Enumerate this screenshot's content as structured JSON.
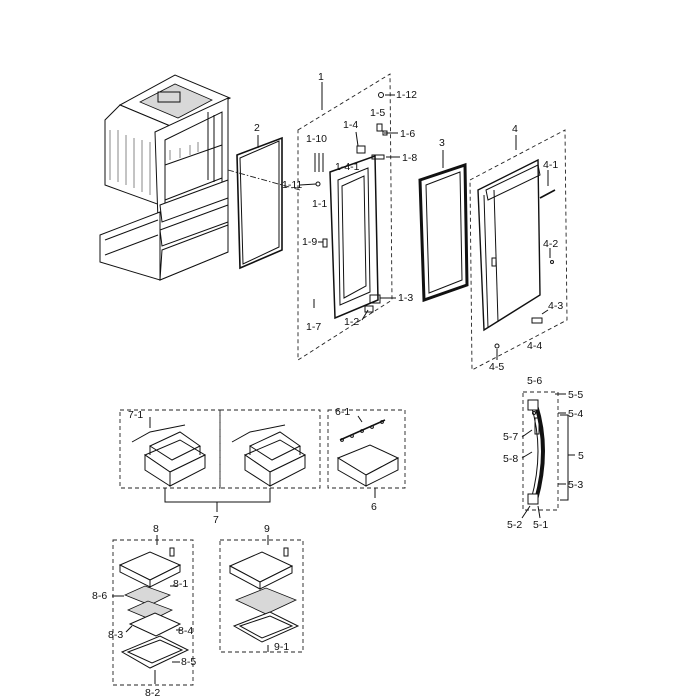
{
  "labels": {
    "p1": "1",
    "p1_12": "1-12",
    "p1_5": "1-5",
    "p1_4": "1-4",
    "p1_6": "1-6",
    "p1_10": "1-10",
    "p1_8": "1-8",
    "p1_4_1": "1-4-1",
    "p1_11": "1-11",
    "p1_1": "1-1",
    "p1_9": "1-9",
    "p1_3": "1-3",
    "p1_2": "1-2",
    "p1_7": "1-7",
    "p2": "2",
    "p3": "3",
    "p4": "4",
    "p4_1": "4-1",
    "p4_2": "4-2",
    "p4_3": "4-3",
    "p4_4": "4-4",
    "p4_5": "4-5",
    "p5": "5",
    "p5_1": "5-1",
    "p5_2": "5-2",
    "p5_3": "5-3",
    "p5_4": "5-4",
    "p5_5": "5-5",
    "p5_6": "5-6",
    "p5_7": "5-7",
    "p5_8": "5-8",
    "p6": "6",
    "p6_1": "6-1",
    "p7": "7",
    "p7_1": "7-1",
    "p8": "8",
    "p8_1": "8-1",
    "p8_2": "8-2",
    "p8_3": "8-3",
    "p8_4": "8-4",
    "p8_5": "8-5",
    "p8_6": "8-6",
    "p9": "9",
    "p9_1": "9-1"
  }
}
